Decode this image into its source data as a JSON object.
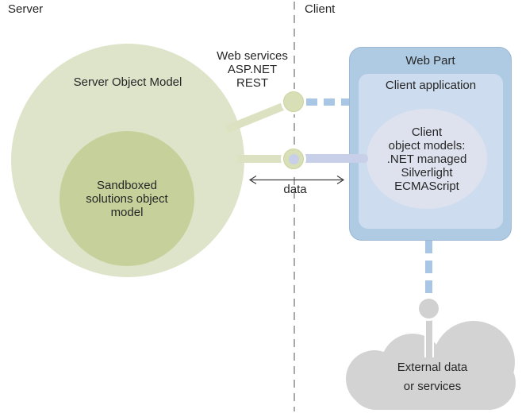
{
  "regions": {
    "server": "Server",
    "client": "Client"
  },
  "server": {
    "outer_label": "Server Object Model",
    "inner_label": "Sandboxed\nsolutions object\nmodel"
  },
  "connectors": {
    "web_services_label": "Web services\nASP.NET\nREST",
    "data_label": "data"
  },
  "client": {
    "webpart_title": "Web Part",
    "app_title": "Client application",
    "models_label": "Client\nobject models:\n.NET managed\nSilverlight\nECMAScript"
  },
  "cloud": {
    "label": "External data\nor services"
  },
  "colors": {
    "server_model_fill": "#dee4c9",
    "sandboxed_fill": "#c6d09b",
    "green_connector": "#dce2c1",
    "green_node": "#d8dfb6",
    "web_part_fill": "#aecbe3",
    "client_app_fill": "#cddcee",
    "client_models_fill": "#dee2ee",
    "lavender_connector": "#c7d0e8",
    "blue_dash": "#a9c7e5",
    "divider_gray": "#a8a8a8",
    "cloud_gray": "#d3d3d4",
    "arrow_stroke": "#404040",
    "text": "#262626"
  }
}
